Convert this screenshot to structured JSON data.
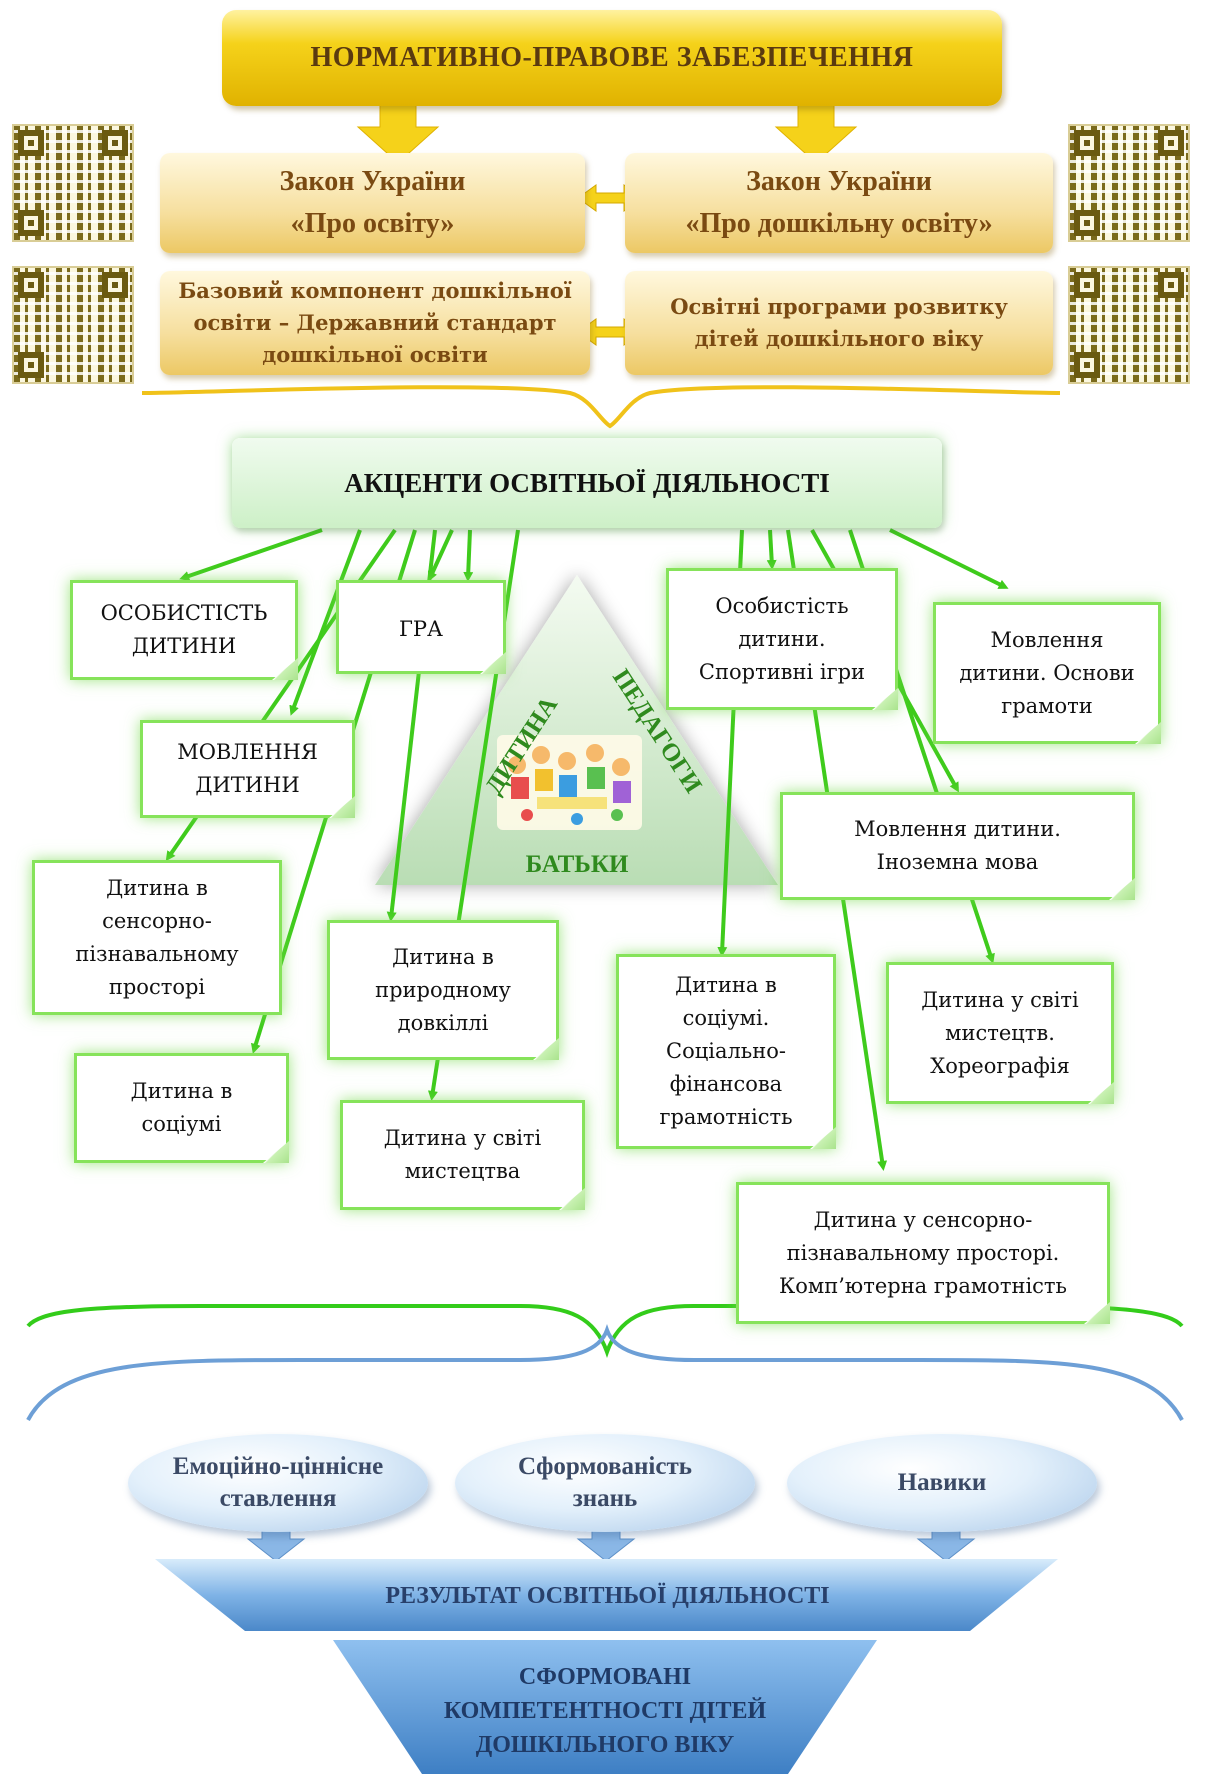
{
  "header": {
    "title": "НОРМАТИВНО-ПРАВОВЕ ЗАБЕЗПЕЧЕННЯ"
  },
  "laws": {
    "law_education": {
      "line1": "Закон України",
      "line2": "«Про освіту»"
    },
    "law_preschool": {
      "line1": "Закон України",
      "line2": "«Про дошкільну освіту»"
    },
    "basic_component": {
      "line1": "Базовий компонент дошкільної",
      "line2": "освіти – Державний стандарт",
      "line3": "дошкільної освіти"
    },
    "programs": {
      "line1": "Освітні програми розвитку",
      "line2": "дітей дошкільного віку"
    }
  },
  "accents": {
    "title": "АКЦЕНТИ ОСВІТНЬОЇ ДІЯЛЬНОСТІ",
    "triangle": {
      "child": "ДИТИНА",
      "teachers": "ПЕДАГОГИ",
      "parents": "БАТЬКИ"
    },
    "notes": {
      "personality": [
        "ОСОБИСТІСТЬ",
        "ДИТИНИ"
      ],
      "game": [
        "ГРА"
      ],
      "speech": [
        "МОВЛЕННЯ",
        "ДИТИНИ"
      ],
      "sensory": [
        "Дитина в",
        "сенсорно-",
        "пізнавальному",
        "просторі"
      ],
      "society": [
        "Дитина в",
        "соціумі"
      ],
      "nature": [
        "Дитина в",
        "природному",
        "довкіллі"
      ],
      "art": [
        "Дитина у світі",
        "мистецтва"
      ],
      "sport": [
        "Особистість",
        "дитини.",
        "Спортивні ігри"
      ],
      "literacy": [
        "Мовлення",
        "дитини. Основи",
        "грамоти"
      ],
      "foreign": [
        "Мовлення дитини.",
        "Іноземна мова"
      ],
      "finance": [
        "Дитина в",
        "соціумі.",
        "Соціально-",
        "фінансова",
        "грамотність"
      ],
      "choreo": [
        "Дитина у світі",
        "мистецтв.",
        "Хореографія"
      ],
      "computer": [
        "Дитина у сенсорно-",
        "пізнавальному просторі.",
        "Комп’ютерна грамотність"
      ]
    }
  },
  "results": {
    "emotional": [
      "Емоційно-ціннісне",
      "ставлення"
    ],
    "knowledge": [
      "Сформованість",
      "знань"
    ],
    "skills": [
      "Навики"
    ],
    "result_title": "РЕЗУЛЬТАТ ОСВІТНЬОЇ ДІЯЛЬНОСТІ",
    "competencies": [
      "СФОРМОВАНІ",
      "КОМПЕТЕНТНОСТІ ДІТЕЙ",
      "ДОШКІЛЬНОГО ВІКУ"
    ]
  },
  "colors": {
    "gold": "#f5d21a",
    "gold_text": "#7a4a12",
    "green_border": "#86e35a",
    "arrow_green": "#3fcb1c",
    "blue": "#6d9fd6",
    "blue_text": "#28406b"
  }
}
